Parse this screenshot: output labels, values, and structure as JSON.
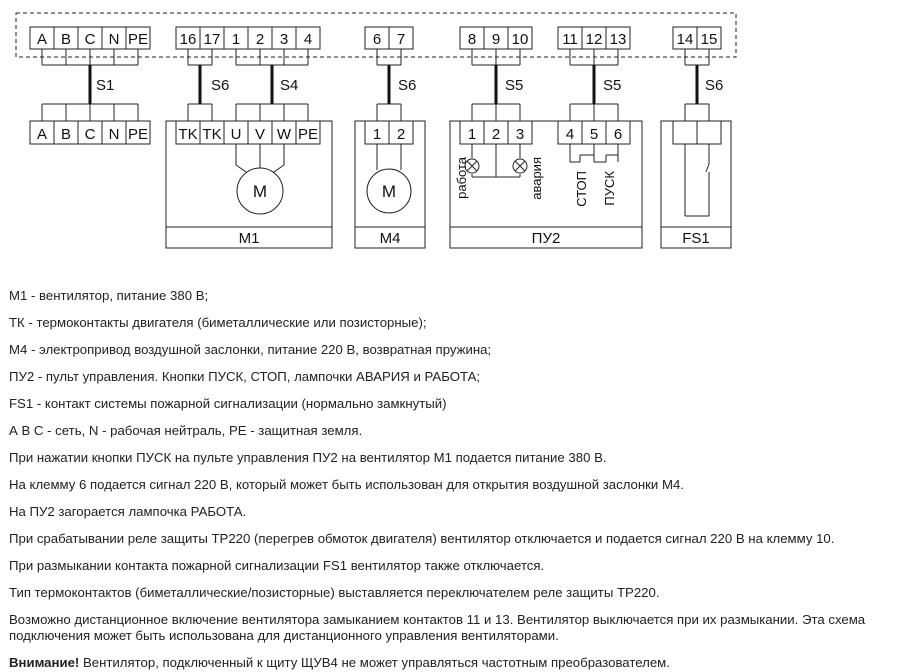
{
  "diagram": {
    "top_terminals": [
      "A",
      "B",
      "C",
      "N",
      "PE",
      "16",
      "17",
      "1",
      "2",
      "3",
      "4",
      "6",
      "7",
      "8",
      "9",
      "10",
      "11",
      "12",
      "13",
      "14",
      "15"
    ],
    "cables": {
      "s1": "S1",
      "s6_tk": "S6",
      "s4": "S4",
      "s6_m4": "S6",
      "s5_lamps": "S5",
      "s5_buttons": "S5",
      "s6_fs1": "S6"
    },
    "m1_terminals": [
      "A",
      "B",
      "C",
      "N",
      "PE"
    ],
    "motor_terminals": [
      "TK",
      "TK",
      "U",
      "V",
      "W",
      "PE"
    ],
    "m4_terminals": [
      "1",
      "2"
    ],
    "pu2_terminals": [
      "1",
      "2",
      "3",
      "4",
      "5",
      "6"
    ],
    "motor_symbol": "M",
    "m4_symbol": "M",
    "lamp_labels": {
      "work": "работа",
      "alarm": "авария"
    },
    "button_labels": {
      "stop": "СТОП",
      "start": "ПУСК"
    },
    "device_names": {
      "m1": "M1",
      "m4": "M4",
      "pu2": "ПУ2",
      "fs1": "FS1"
    }
  },
  "notes": [
    "M1 - вентилятор, питание 380 В;",
    "ТК - термоконтакты двигателя (биметаллические или позисторные);",
    "М4 - электропривод воздушной заслонки, питание 220 В, возвратная пружина;",
    "ПУ2 - пульт управления. Кнопки ПУСК, СТОП, лампочки АВАРИЯ и РАБОТА;",
    "FS1 - контакт системы пожарной сигнализации (нормально замкнутый)",
    "А В С - сеть, N - рабочая нейтраль, PE - защитная земля.",
    "При нажатии кнопки ПУСК на пульте управления ПУ2 на вентилятор M1 подается питание 380 В.",
    "На клемму 6 подается сигнал 220 В, который может быть использован для открытия воздушной заслонки М4.",
    "На ПУ2 загорается лампочка РАБОТА.",
    "При срабатывании реле защиты ТР220 (перегрев обмоток двигателя) вентилятор отключается и подается сигнал 220 В на клемму 10.",
    "При размыкании контакта пожарной сигнализации FS1 вентилятор также отключается.",
    "Тип термоконтактов (биметаллические/позисторные) выставляется переключателем реле защиты ТР220.",
    "Возможно дистанционное включение вентилятора замыканием контактов 11 и 13. Вентилятор выключается при их размыкании. Эта схема подключения может быть использована для дистанционного управления вентиляторами."
  ],
  "warning": {
    "label": "Внимание!",
    "text": " Вентилятор, подключенный к щиту ЩУВ4 не может управляться частотным преобразователем."
  }
}
